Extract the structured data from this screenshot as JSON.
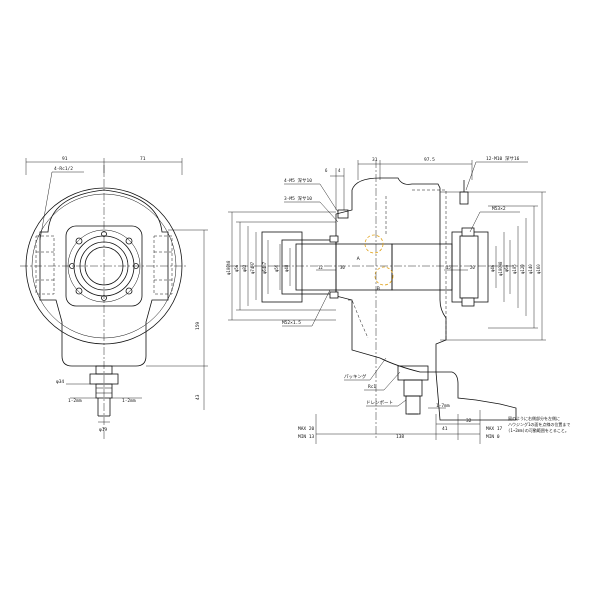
{
  "front_view": {
    "dims": {
      "left_half": "91",
      "right_half": "71",
      "bore": "4-Rc1/2",
      "height": "159",
      "base": "43",
      "fitting_dia": "φ34",
      "left_port": "1-2mm",
      "right_port": "1-2mm",
      "stem_dia": "φ19"
    }
  },
  "side_view": {
    "dims": {
      "top_left": "31",
      "top_mid": "97.5",
      "bolts": "12-M10 深サ16",
      "tap_a": "4-M5 深サ10",
      "tap_b": "3-M5 深サ10",
      "thread": "M53×2",
      "m52": "M52×1.5",
      "d_left": [
        "φ100h8",
        "φ56",
        "φ82",
        "φ74H7",
        "φ64h7",
        "φ56",
        "φ48"
      ],
      "d_right": [
        "φ46",
        "φ100H8",
        "φ60",
        "φ105",
        "φ120",
        "φ140",
        "φ160"
      ],
      "small_12": "12",
      "small_30": "30",
      "small_15": "15",
      "small_20": "20",
      "six": "6",
      "four": "4",
      "label_a": "Ａ",
      "label_b": "Ｂ",
      "packing": "パッキング",
      "rc": "Rc1",
      "drain": "ドレンポート",
      "port_right": "1-7mm",
      "max20": "MAX 20",
      "min13": "MIN 13",
      "w138": "138",
      "w41": "41",
      "w32": "32",
      "max17": "MAX 17",
      "min0": "MIN 0"
    },
    "note_lines": [
      "図のように右側部分を左側に",
      "ハウジング1の面を点線の位置まで",
      "(1~2mm)の可動範囲をとること。"
    ]
  }
}
